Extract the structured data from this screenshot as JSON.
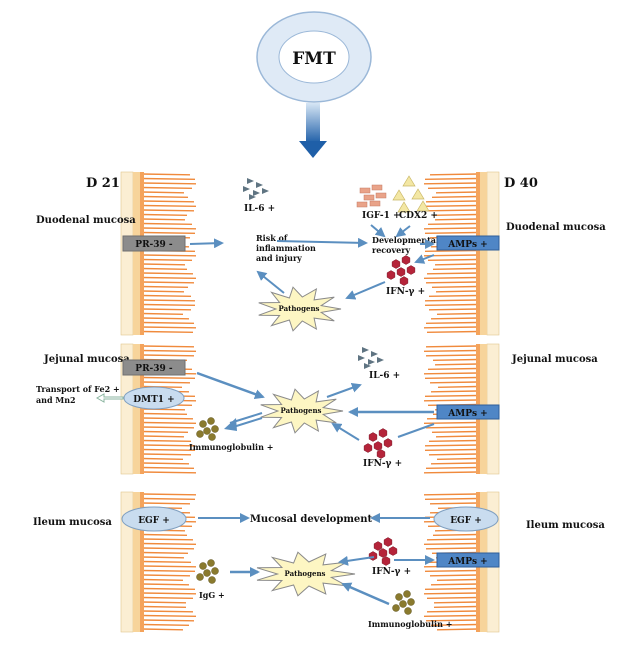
{
  "header": {
    "fmt_label": "FMT"
  },
  "days": {
    "left": "D 21",
    "right": "D 40"
  },
  "duodenum": {
    "left_label": "Duodenal mucosa",
    "right_label": "Duodenal mucosa",
    "pr39": "PR-39 -",
    "il6": "IL-6 +",
    "risk_line1": "Risk of",
    "risk_line2": "inflammation",
    "risk_line3": "and injury",
    "igf1": "IGF-1 +",
    "cdx2": "CDX2 +",
    "dev_line1": "Developmental",
    "dev_line2": "recovery",
    "amps": "AMPs +",
    "ifng": "IFN-γ +",
    "pathogens": "Pathogens"
  },
  "jejunum": {
    "left_label": "Jejunal mucosa",
    "right_label": "Jejunal mucosa",
    "pr39": "PR-39 -",
    "dmt1": "DMT1 +",
    "transport_line1": "Transport of Fe2 +",
    "transport_line2": "and Mn2",
    "immunoglobulin": "Immunoglobulin +",
    "pathogens": "Pathogens",
    "il6": "IL-6 +",
    "amps": "AMPs +",
    "ifng": "IFN-γ +"
  },
  "ileum": {
    "left_label": "Ileum mucosa",
    "right_label": "Ileum mucosa",
    "egf_left": "EGF +",
    "egf_right": "EGF +",
    "mucosal_dev": "Mucosal development",
    "igg": "IgG +",
    "pathogens": "Pathogens",
    "ifng": "IFN-γ +",
    "amps": "AMPs +",
    "immunoglobulin": "Immunoglobulin +"
  },
  "colors": {
    "arrow": "#5b8fc0",
    "main_arrow": "#1f5fa8",
    "villi": "#f08a3c",
    "epithelium": "#f7d49b",
    "lamina": "#fbeed3",
    "gray_box": "#8c8c8c",
    "blue_box": "#4f86c6",
    "oval": "#c9dcef",
    "star": "#fdf6c3",
    "red_hex": "#b5243a",
    "olive_dot": "#8a7a2e",
    "slate_tri": "#5f7482",
    "tri_yellow": "#f3e7a4",
    "rect_salmon": "#e9a389"
  }
}
